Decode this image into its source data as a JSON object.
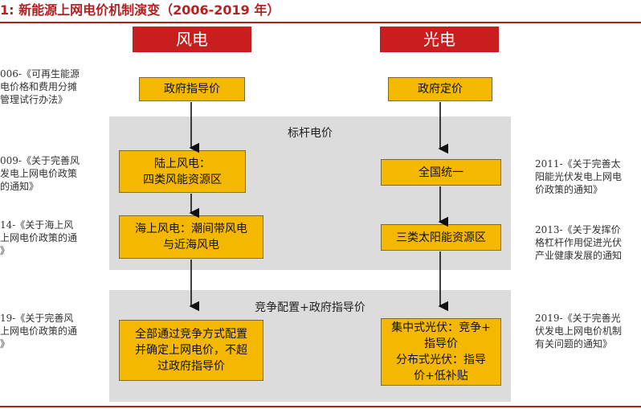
{
  "title": "1:  新能源上网电价机制演变（2006-2019 年）",
  "headers": {
    "wind": "风电",
    "solar": "光电"
  },
  "top_boxes": {
    "wind": "政府指导价",
    "solar": "政府定价"
  },
  "panel1": {
    "label": "标杆电价",
    "wind_box1": "陆上风电：\n四类风能资源区",
    "wind_box2": "海上风电：潮间带风电\n与近海风电",
    "solar_box1": "全国统一",
    "solar_box2": "三类太阳能资源区"
  },
  "panel2": {
    "label": "竞争配置+政府指导价",
    "wind_box": "全部通过竞争方式配置\n并确定上网电价，不超\n过政府指导价",
    "solar_box": "集中式光伏：竞争+\n指导价\n分布式光伏：指导\n价+低补贴"
  },
  "left_notes": [
    "006-《可再生能源\n电价格和费用分摊\n管理试行办法》",
    "009-《关于完善风\n发电上网电价政策\n的通知》",
    "14-《关于海上风\n上网电价政策的通\n》",
    "19-《关于完善风\n上网电价政策的通\n》"
  ],
  "right_notes": [
    "2011-《关于完善太\n阳能光伏发电上网电\n价政策的通知》",
    "2013-《关于发挥价\n格杠杆作用促进光伏\n产业健康发展的通知",
    "2019-《关于完善光\n伏发电上网电价机制\n有关问题的通知》"
  ],
  "colors": {
    "accent": "#c81e1e",
    "box_fill": "#f5b800",
    "panel": "#dcdcdc"
  }
}
